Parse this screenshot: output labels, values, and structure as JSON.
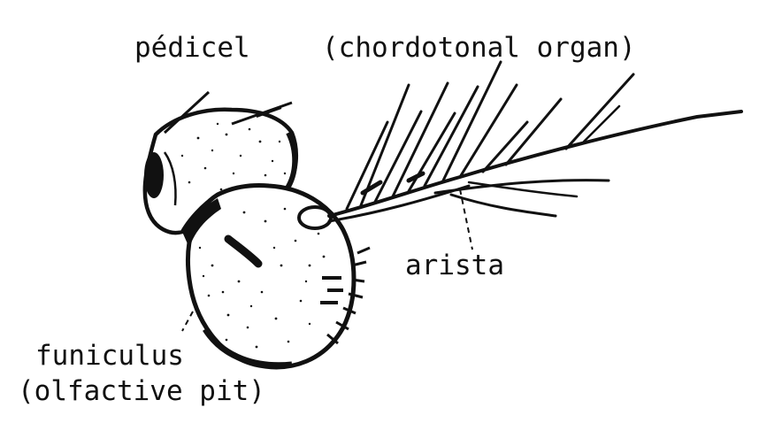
{
  "labels": {
    "pedicel": "pédicel",
    "chordotonal": "(chordotonal organ)",
    "arista": "arista",
    "funiculus": "funiculus",
    "olfactive": "(olfactive pit)"
  },
  "colors": {
    "ink": "#111111",
    "paper": "#ffffff"
  }
}
